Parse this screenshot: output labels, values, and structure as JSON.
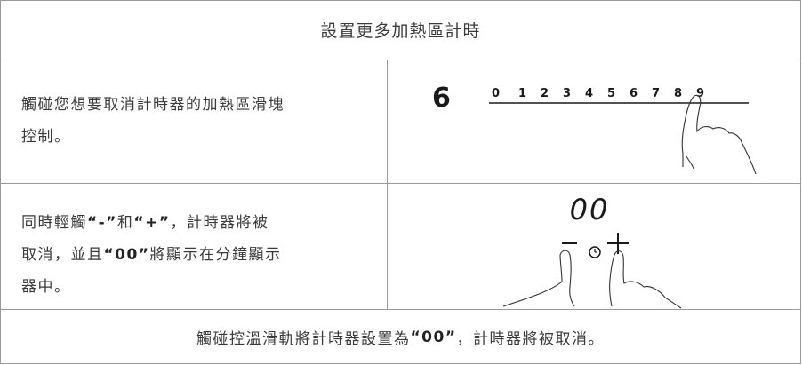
{
  "header": {
    "title": "設置更多加熱區計時"
  },
  "row1": {
    "text_a": "觸碰您想要取消計時器的加熱區滑塊",
    "text_b": "控制。",
    "display_digit": "6",
    "slider_numbers": [
      "0",
      "1",
      "2",
      "3",
      "4",
      "5",
      "6",
      "7",
      "8",
      "9"
    ]
  },
  "row2": {
    "line1_a": "同時輕觸",
    "line1_minus": "“-”",
    "line1_b": "和",
    "line1_plus": "“+”",
    "line1_c": "，計時器將被",
    "line2_a": "取消，並且",
    "line2_zero": "“00”",
    "line2_b": "將顯示在分鐘顯示",
    "line3": "器中。",
    "display_value": "00"
  },
  "footer": {
    "text_a": "觸碰控溫滑軌將計時器設置為",
    "text_zero": "“00”",
    "text_b": "，計時器將被取消。"
  }
}
